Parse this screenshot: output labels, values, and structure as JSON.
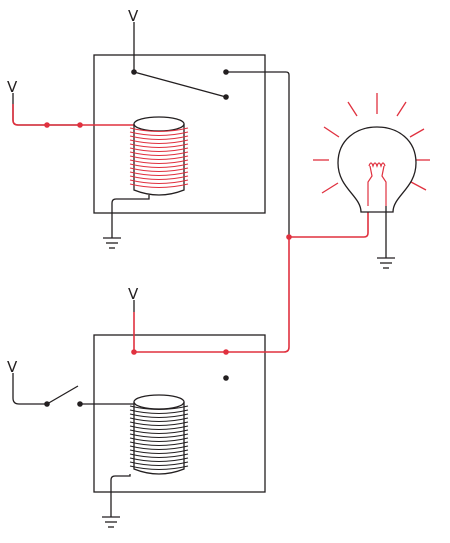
{
  "labels": {
    "v_relay1_top": "V",
    "v_relay1_coil": "V",
    "v_relay2_top": "V",
    "v_relay2_switch": "V"
  },
  "colors": {
    "active": "#e0313f",
    "wire": "#231f20",
    "box": "#231f20",
    "coil_fill": "#ffffff"
  },
  "state": {
    "relay1_coil_energized": true,
    "relay2_coil_energized": false,
    "input_switch_closed": false,
    "lamp_lit": true
  }
}
